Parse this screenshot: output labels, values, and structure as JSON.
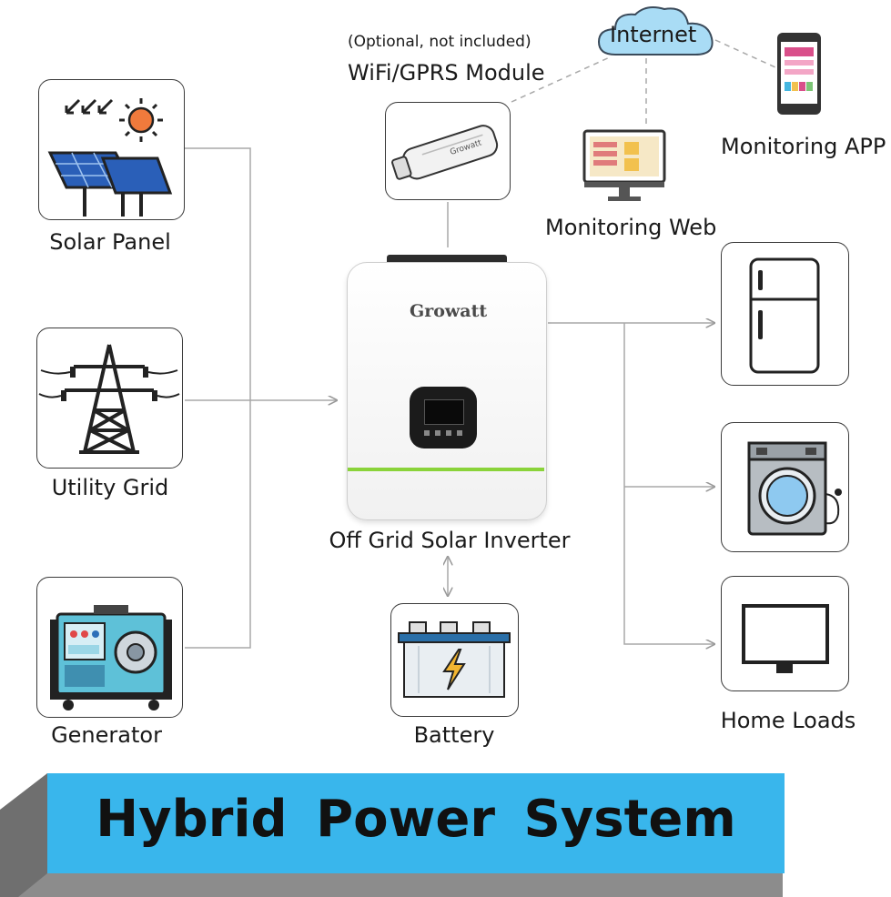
{
  "labels": {
    "optional_note": "(Optional, not included)",
    "wifi_module": "WiFi/GPRS Module",
    "internet": "Internet",
    "monitoring_app": "Monitoring APP",
    "monitoring_web": "Monitoring Web",
    "solar_panel": "Solar Panel",
    "utility_grid": "Utility Grid",
    "generator": "Generator",
    "inverter": "Off Grid Solar Inverter",
    "battery": "Battery",
    "home_loads": "Home Loads",
    "brand": "Growatt",
    "module_brand": "Growatt"
  },
  "banner": {
    "title": "Hybrid Power System",
    "color": "#39b6ec"
  },
  "colors": {
    "line": "#9a9a9a",
    "sun": "#f07a3c",
    "accent_green": "#8ad33a",
    "panel_blue": "#2a5fb8"
  }
}
